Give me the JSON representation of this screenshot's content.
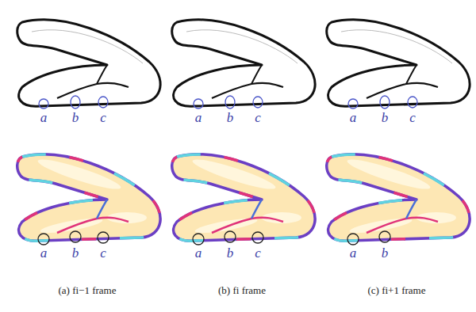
{
  "diagram": {
    "labels": [
      "a",
      "b",
      "c",
      "a",
      "b",
      "c",
      "a",
      "b",
      "c",
      "a",
      "b",
      "c",
      "a",
      "b",
      "c",
      "a",
      "b",
      "(a) fi−1 frame",
      "(b) fi frame",
      "(c) fi+1 frame"
    ]
  }
}
